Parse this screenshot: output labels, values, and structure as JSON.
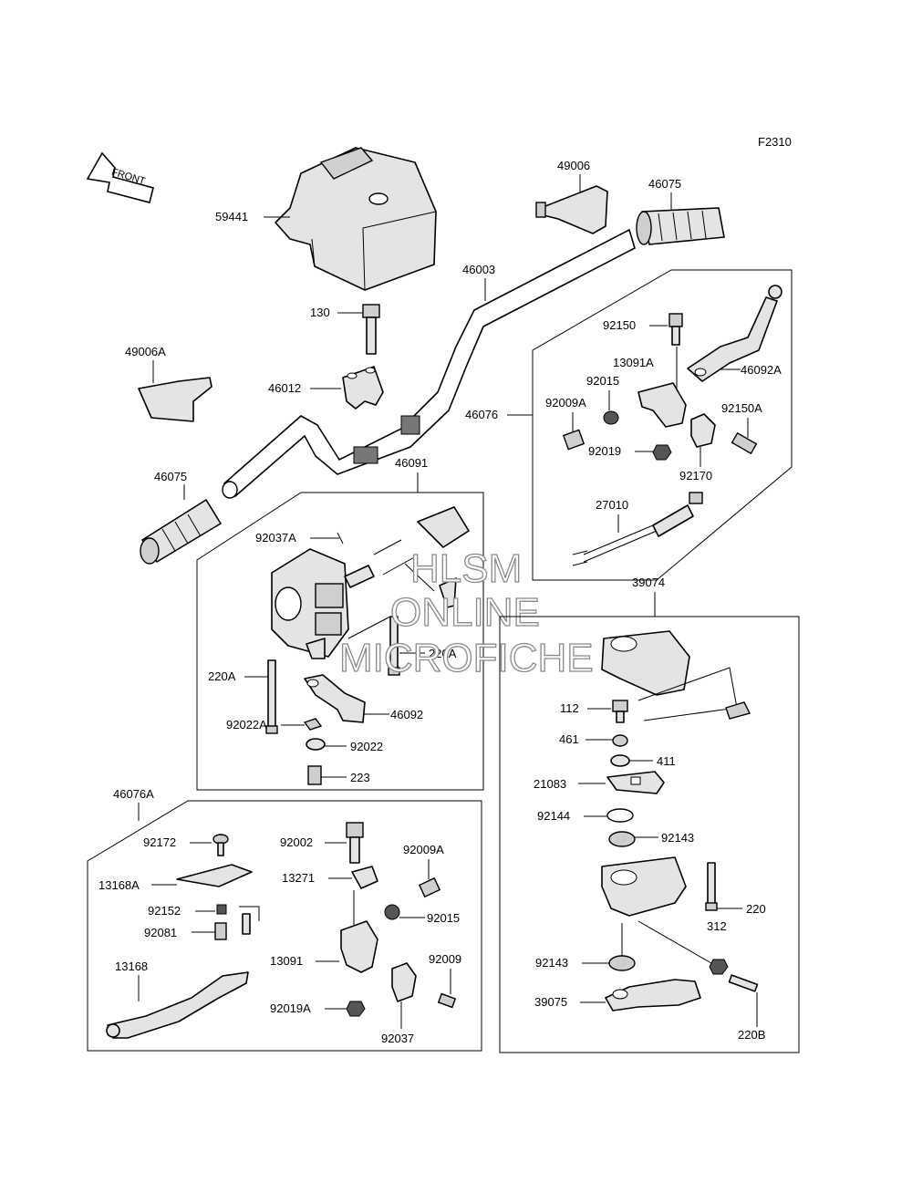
{
  "figure_code": "F2310",
  "front_label": "FRONT",
  "watermark": {
    "line1": "HLSM",
    "line2": "ONLINE",
    "line3": "MICROFICHE"
  },
  "labels": {
    "p59441": "59441",
    "p49006": "49006",
    "p46075_right": "46075",
    "p46003": "46003",
    "p130": "130",
    "p49006A": "49006A",
    "p46012": "46012",
    "p46075_left": "46075",
    "p46091": "46091",
    "p92150": "92150",
    "p13091A": "13091A",
    "p46092A": "46092A",
    "p92015_top": "92015",
    "p92009A_top": "92009A",
    "p46076": "46076",
    "p92150A": "92150A",
    "p92019": "92019",
    "p92170": "92170",
    "p27010": "27010",
    "p92037A": "92037A",
    "p220A_left": "220A",
    "p220A_right": "220A",
    "p46092": "46092",
    "p92022A": "92022A",
    "p92022": "92022",
    "p223": "223",
    "p39074": "39074",
    "p112": "112",
    "p461": "461",
    "p411": "411",
    "p21083": "21083",
    "p92144": "92144",
    "p92143_top": "92143",
    "p220": "220",
    "p312": "312",
    "p92143_bot": "92143",
    "p39075": "39075",
    "p220B": "220B",
    "p46076A": "46076A",
    "p92172": "92172",
    "p13168A": "13168A",
    "p92152": "92152",
    "p92081": "92081",
    "p13168": "13168",
    "p92002": "92002",
    "p13271": "13271",
    "p92009A_bot": "92009A",
    "p92015_bot": "92015",
    "p13091": "13091",
    "p92009": "92009",
    "p92019A": "92019A",
    "p92037": "92037"
  }
}
